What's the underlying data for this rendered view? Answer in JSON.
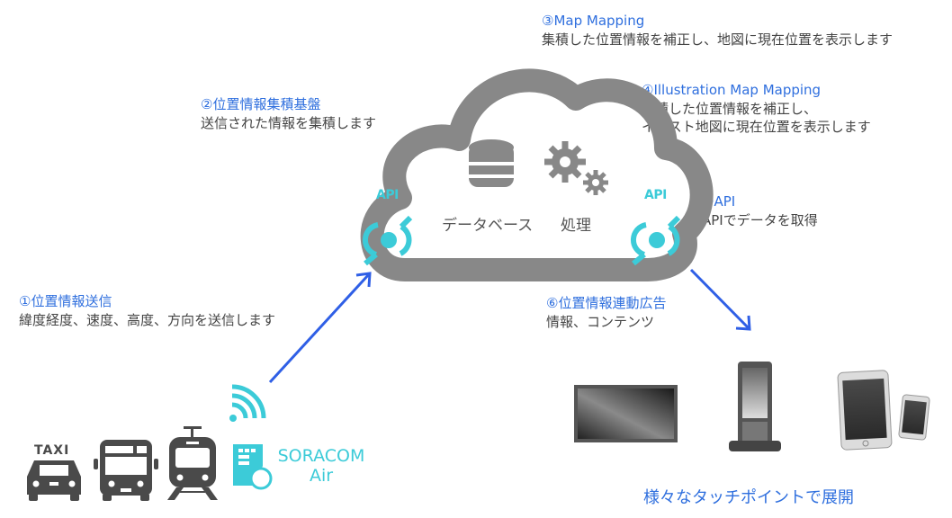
{
  "steps": {
    "step1": {
      "title": "①位置情報送信",
      "desc": "緯度経度、速度、高度、方向を送信します"
    },
    "step2": {
      "title": "②位置情報集積基盤",
      "desc": "送信された情報を集積します"
    },
    "step3": {
      "title": "③Map Mapping",
      "desc": "集積した位置情報を補正し、地図に現在位置を表示します"
    },
    "step4": {
      "title": "④Illustration  Map Mapping",
      "desc_line1": "集積した位置情報を補正し、",
      "desc_line2": "イラスト地図に現在位置を表示します"
    },
    "step5": {
      "title": "⑤API",
      "desc": "APIでデータを取得"
    },
    "step6": {
      "title": "⑥位置情報連動広告",
      "desc": "情報、コンテンツ"
    }
  },
  "cloud": {
    "database_label": "データベース",
    "processing_label": "処理",
    "api_left_label": "API",
    "api_right_label": "API"
  },
  "vehicles": {
    "taxi_sign": "TAXI",
    "icons": [
      "taxi-icon",
      "bus-icon",
      "train-icon"
    ]
  },
  "soracom": {
    "line1": "SORACOM",
    "line2": "Air"
  },
  "touchpoints": {
    "devices": [
      "display-panel",
      "digital-signage-kiosk",
      "tablet-and-smartphone"
    ],
    "caption": "様々なタッチポイントで展開"
  },
  "colors": {
    "accent_blue": "#2f6fde",
    "arrow_blue": "#2f5fe6",
    "api_cyan": "#3ccbd8",
    "cloud_gray": "#888888",
    "icon_dark": "#4a4a4a",
    "text_gray": "#444444"
  }
}
